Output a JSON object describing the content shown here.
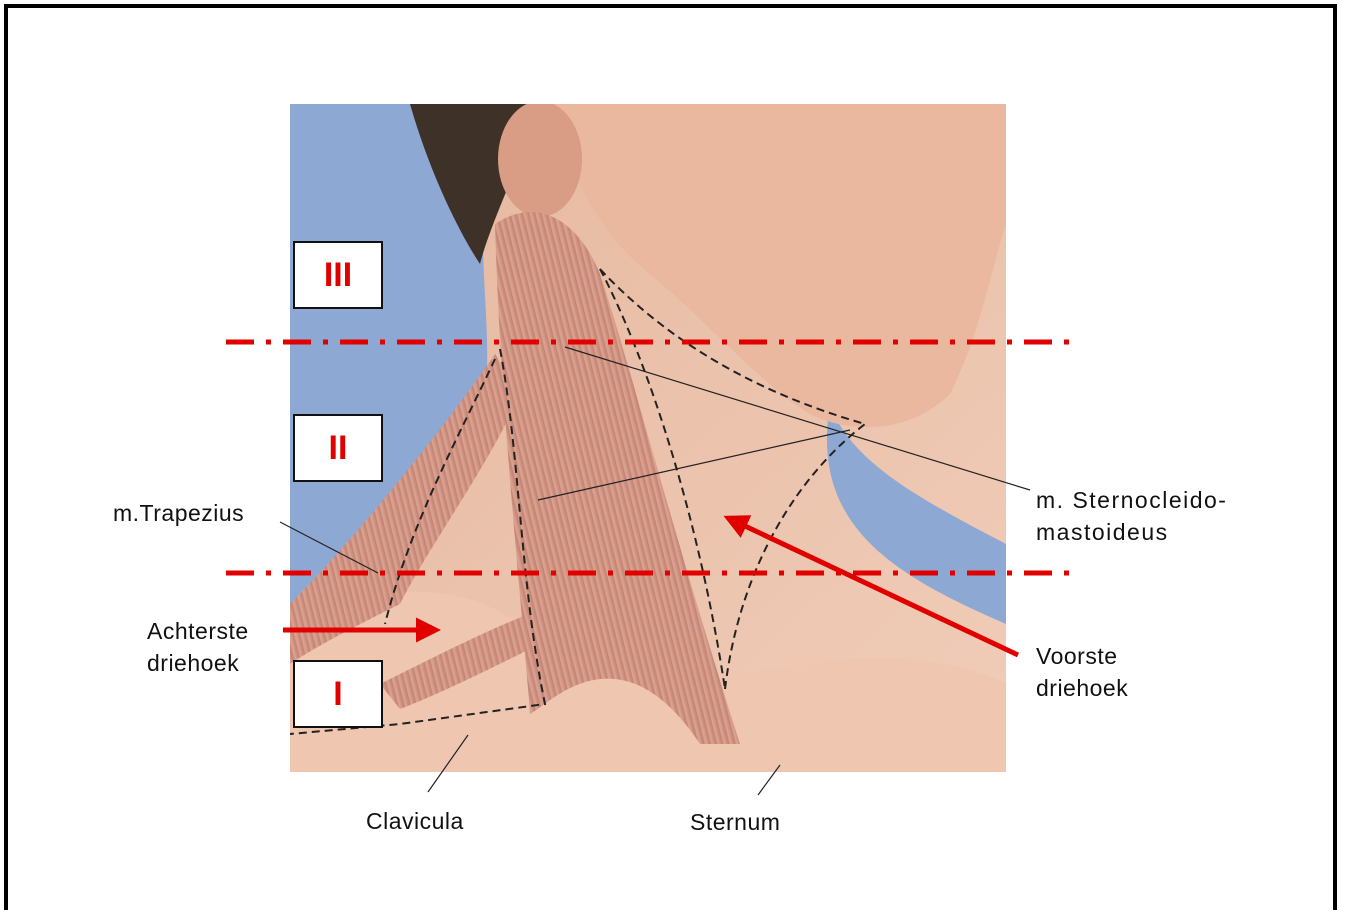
{
  "levels": {
    "top": "III",
    "middle": "II",
    "bottom": "I"
  },
  "labels": {
    "trapezius": "m.Trapezius",
    "posterior_line1": "Achterste",
    "posterior_line2": "driehoek",
    "scm_line1": "m. Sternocleido-",
    "scm_line2": "mastoideus",
    "anterior_line1": "Voorste",
    "anterior_line2": "driehoek",
    "clavicle": "Clavicula",
    "sternum": "Sternum"
  },
  "colors": {
    "level_lines": "#e00000",
    "level_text": "#e00000",
    "arrow": "#e00000",
    "background_sky": "#8ea8d4",
    "skin": "#e8b49b",
    "muscle": "#d0907f"
  }
}
